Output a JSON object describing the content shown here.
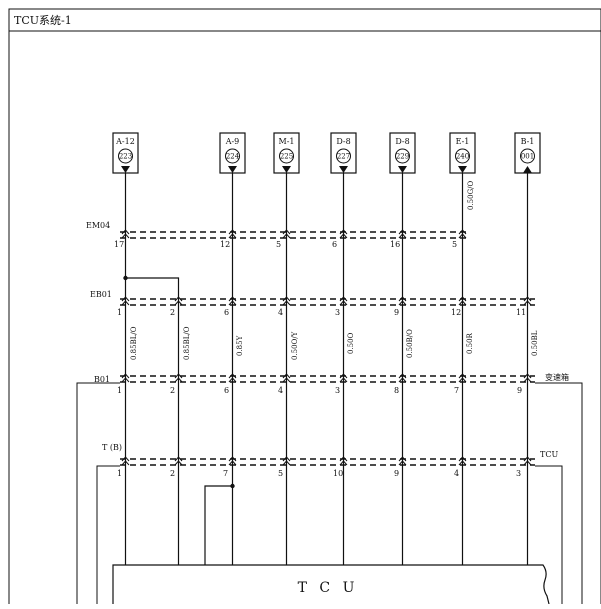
{
  "title": "TCU系统-1",
  "connectors": [
    {
      "id": "A-12",
      "num": "223",
      "dir": "down"
    },
    {
      "id": "A-9",
      "num": "224",
      "dir": "down"
    },
    {
      "id": "M-1",
      "num": "225",
      "dir": "down"
    },
    {
      "id": "D-8",
      "num": "227",
      "dir": "down"
    },
    {
      "id": "D-8",
      "num": "229",
      "dir": "down"
    },
    {
      "id": "E-1",
      "num": "240",
      "dir": "down"
    },
    {
      "id": "B-1",
      "num": "001",
      "dir": "up"
    }
  ],
  "em04": {
    "label": "EM04",
    "pins": [
      "17",
      "12",
      "5",
      "6",
      "16",
      "5"
    ]
  },
  "eb01": {
    "label": "EB01",
    "pins": [
      "1",
      "2",
      "6",
      "4",
      "3",
      "9",
      "12",
      "11"
    ]
  },
  "b01": {
    "label": "B01",
    "side_label": "变速箱",
    "pins": [
      "1",
      "2",
      "6",
      "4",
      "3",
      "8",
      "7",
      "9"
    ]
  },
  "tb": {
    "label": "T (B)",
    "side_label": "TCU",
    "pins": [
      "1",
      "2",
      "7",
      "5",
      "10",
      "9",
      "4",
      "3"
    ]
  },
  "wire_colors": {
    "upper": "0.50G/O",
    "lower": [
      "0.85BL/O",
      "0.85BL/O",
      "0.85Y",
      "0.50O/Y",
      "0.50O",
      "0.50B/O",
      "0.50R",
      "0.50BL"
    ]
  },
  "module_label": "T C U"
}
